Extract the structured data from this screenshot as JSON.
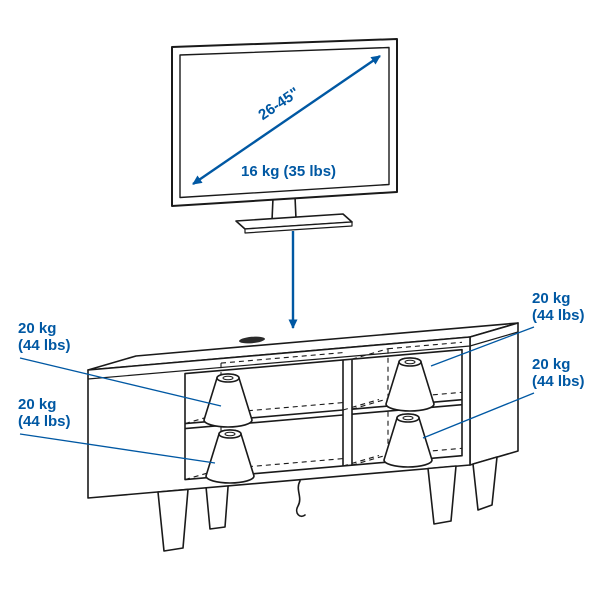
{
  "diagram": {
    "colors": {
      "accent": "#0058a3",
      "line": "#1a1a1a",
      "background": "#ffffff"
    },
    "icons": {
      "size_arrow": "diagonal-double-headed-arrow",
      "load_arrow": "down-arrow",
      "leader": "thin-pointer-line"
    },
    "tv": {
      "diagonal_size": "26-45\"",
      "max_tv_weight": "16 kg (35 lbs)"
    },
    "bench": {
      "load_labels": [
        {
          "id": "left-top",
          "line1": "20 kg",
          "line2": "(44 lbs)"
        },
        {
          "id": "left-bottom",
          "line1": "20 kg",
          "line2": "(44 lbs)"
        },
        {
          "id": "right-top",
          "line1": "20 kg",
          "line2": "(44 lbs)"
        },
        {
          "id": "right-middle",
          "line1": "20 kg",
          "line2": "(44 lbs)"
        }
      ]
    }
  }
}
